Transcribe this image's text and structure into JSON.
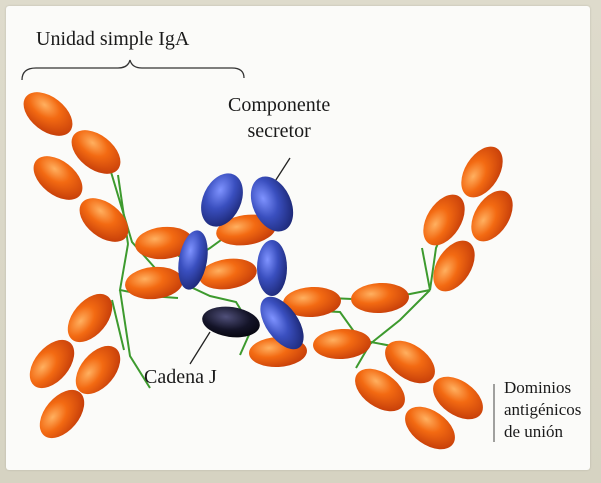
{
  "labels": {
    "unit": "Unidad simple IgA",
    "secretory_line1": "Componente",
    "secretory_line2": "secretor",
    "j_chain": "Cadena J",
    "domains_line1": "Dominios",
    "domains_line2": "antigénicos",
    "domains_line3": "de unión"
  },
  "colors": {
    "background": "#fbfbf9",
    "frame": "#d9d6c6",
    "heavy_light_domain": "#f25a0e",
    "secretory_component": "#3a4fbf",
    "j_chain": "#101024",
    "linker": "#3d9a2e"
  }
}
